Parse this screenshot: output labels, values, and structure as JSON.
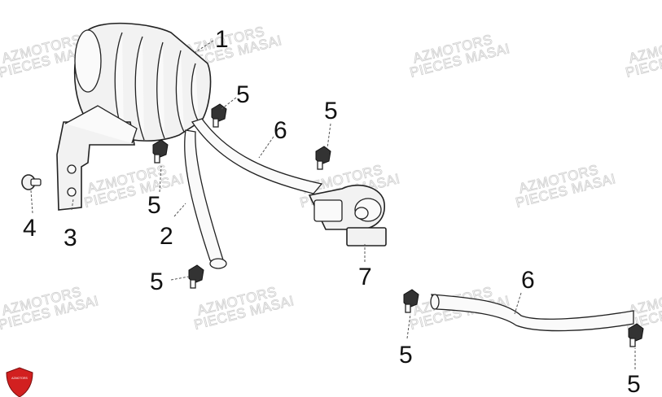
{
  "watermark": {
    "line1": "AZMOTORS",
    "line2": "PIECES MASAI"
  },
  "callouts": {
    "n1": "1",
    "n2": "2",
    "n3": "3",
    "n4": "4",
    "n5": "5",
    "n6": "6",
    "n7": "7"
  },
  "logo": {
    "text": "AZMOTORS",
    "color": "#d22020"
  },
  "colors": {
    "line": "#222222",
    "watermark": "#d2d2d2"
  }
}
